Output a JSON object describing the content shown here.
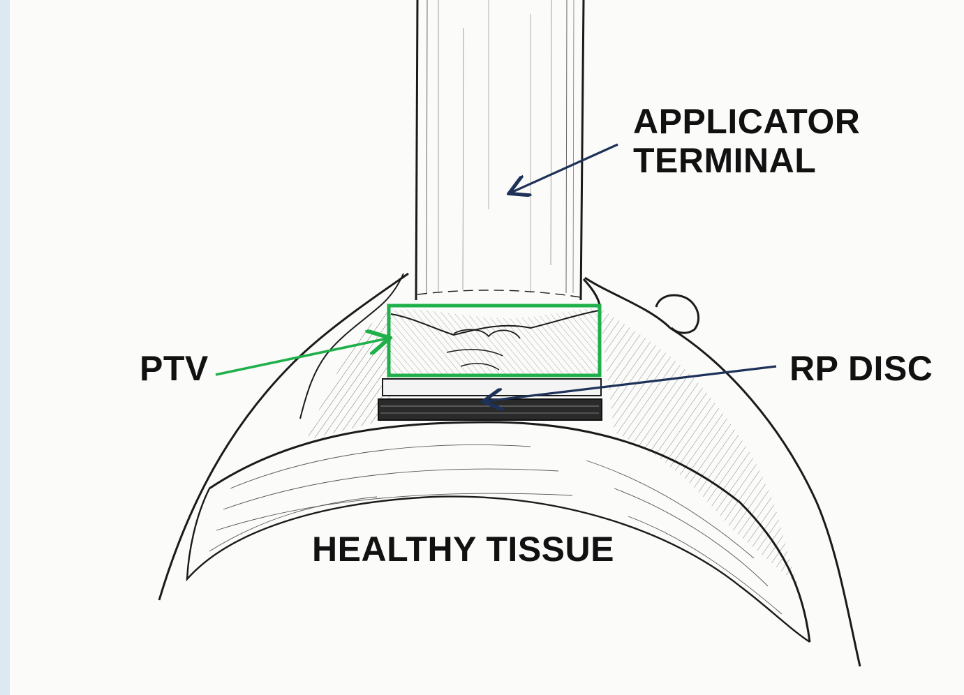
{
  "labels": {
    "applicator_line1": "APPLICATOR",
    "applicator_line2": "TERMINAL",
    "ptv": "PTV",
    "rp_disc": "RP DISC",
    "healthy_tissue": "HEALTHY TISSUE"
  },
  "colors": {
    "ptv_box": "#1fb04a",
    "ptv_arrow": "#1fb04a",
    "callout_arrow": "#1e3158",
    "ink": "#1a1a1a",
    "background_left_edge": "#dde8f3"
  },
  "icons": [
    "arrow-icon"
  ]
}
